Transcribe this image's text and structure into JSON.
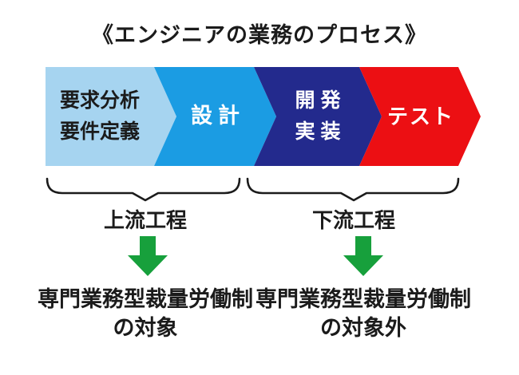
{
  "title": "《エンジニアの業務のプロセス》",
  "process": {
    "steps": [
      {
        "name": "requirements",
        "lines": [
          "要求分析",
          "要件定義"
        ],
        "color": "#A6D4F0",
        "text_color": "#1b1b1b"
      },
      {
        "name": "design",
        "lines": [
          "設計"
        ],
        "color": "#1B9CE3",
        "text_color": "#ffffff"
      },
      {
        "name": "development",
        "lines": [
          "開発",
          "実装"
        ],
        "color": "#232A8D",
        "text_color": "#ffffff"
      },
      {
        "name": "test",
        "lines": [
          "テスト"
        ],
        "color": "#EC0F13",
        "text_color": "#ffffff"
      }
    ]
  },
  "groups": [
    {
      "label": "上流工程",
      "result_lines": [
        "専門業務型裁量労働制",
        "の対象"
      ]
    },
    {
      "label": "下流工程",
      "result_lines": [
        "専門業務型裁量労働制",
        "の対象外"
      ]
    }
  ],
  "colors": {
    "arrow_green": "#17A03C",
    "brace_line": "#1b1b1b",
    "text_black": "#1b1b1b"
  }
}
